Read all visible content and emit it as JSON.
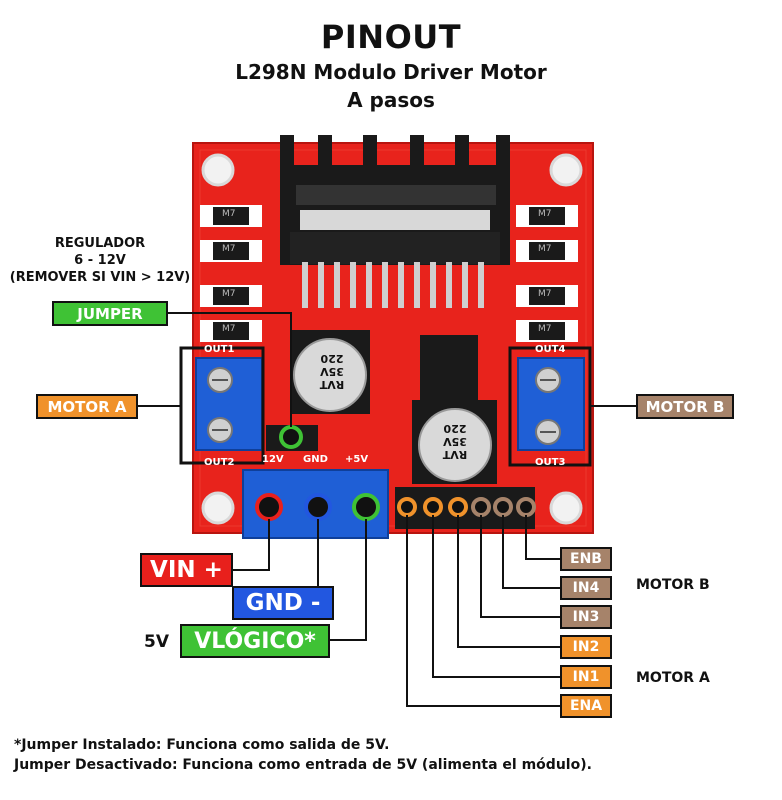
{
  "title": "PINOUT",
  "subtitle": "L298N Modulo Driver Motor",
  "subtitle2": "A pasos",
  "regulator": {
    "line1": "REGULADOR",
    "line2": "6 - 12V",
    "line3": "(REMOVER SI VIN > 12V)"
  },
  "labels": {
    "jumper": "JUMPER",
    "motor_a": "MOTOR A",
    "motor_b": "MOTOR B",
    "vin": "VIN +",
    "gnd": "GND -",
    "vlogico": "VLÓGICO*",
    "five_v": "5V",
    "enb": "ENB",
    "in4": "IN4",
    "in3": "IN3",
    "in2": "IN2",
    "in1": "IN1",
    "ena": "ENA",
    "side_motor_b": "MOTOR B",
    "side_motor_a": "MOTOR A"
  },
  "board": {
    "out1": "OUT1",
    "out2": "OUT2",
    "out3": "OUT3",
    "out4": "OUT4",
    "t12v": "12V",
    "tgnd": "GND",
    "t5v": "+5V",
    "cap_line1": "RVT",
    "cap_line2": "35V",
    "cap_line3": "220",
    "diode_code": "M7"
  },
  "notes": {
    "line1": "*Jumper Instalado: Funciona como salida de 5V.",
    "line2": "Jumper Desactivado: Funciona como entrada de 5V (alimenta el módulo)."
  },
  "colors": {
    "board_red": "#e8231c",
    "terminal_blue": "#1f5fd6",
    "green": "#3fc235",
    "orange": "#f0922b",
    "brown": "#a6836a",
    "red_label": "#e8201c",
    "blue_label": "#2257e0"
  }
}
